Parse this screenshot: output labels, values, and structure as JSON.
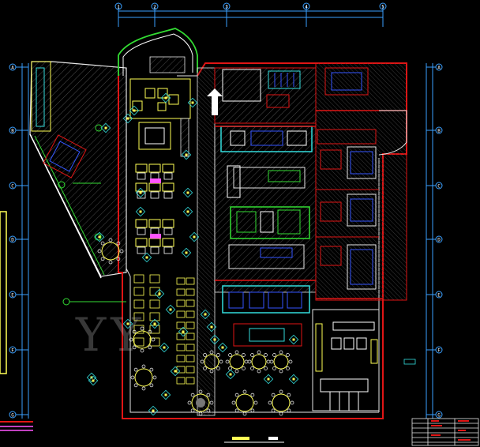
{
  "drawing": {
    "background": "#000000",
    "top_axes": [
      "1",
      "2",
      "3",
      "4",
      "5"
    ],
    "left_axes": [
      "A",
      "B",
      "C",
      "D",
      "E",
      "F",
      "G"
    ],
    "right_axes": [
      "A",
      "B",
      "C",
      "D",
      "E",
      "F",
      "G"
    ],
    "watermark": "YY",
    "colors": {
      "wall": "#e01515",
      "dim": "#3aa0ff",
      "furniture": "#ffff55",
      "hatch": "#555555",
      "green": "#33dd33",
      "cyan": "#33dddd",
      "white": "#ffffff",
      "blue": "#3355ff"
    }
  }
}
